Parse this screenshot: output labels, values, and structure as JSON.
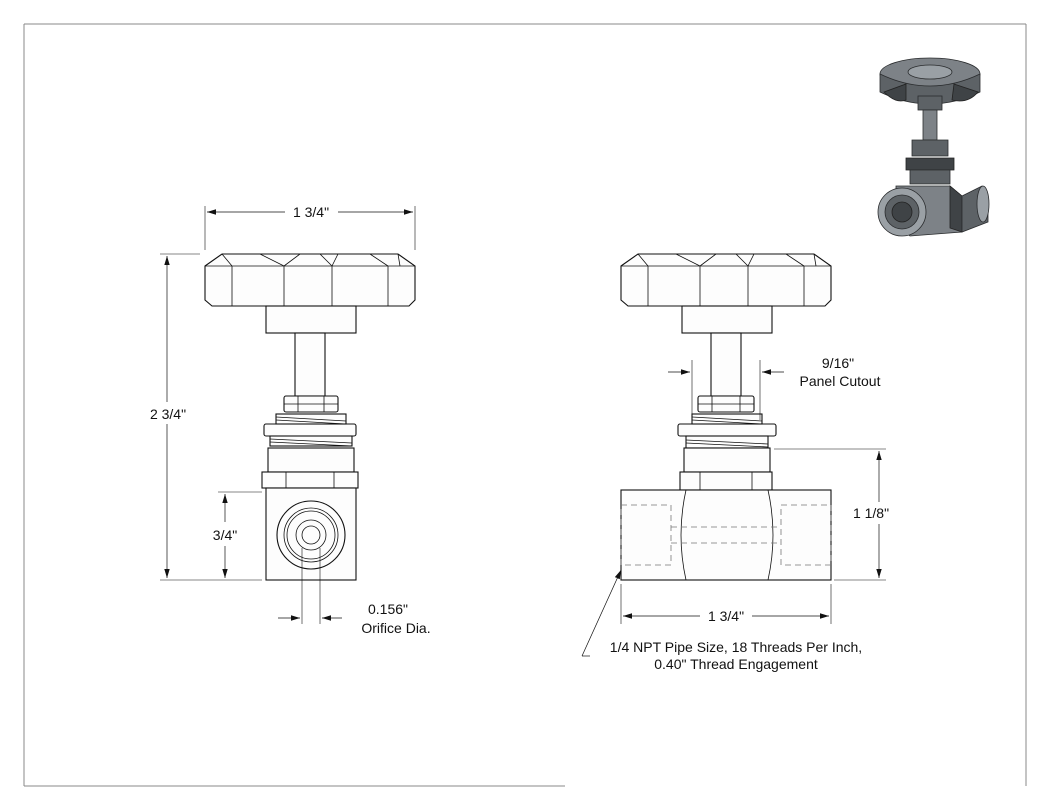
{
  "dimensions": {
    "handle_width": "1 3/4\"",
    "overall_height": "2 3/4\"",
    "port_center_height": "3/4\"",
    "orifice_value": "0.156\"",
    "orifice_label": "Orifice Dia.",
    "panel_cutout_value": "9/16\"",
    "panel_cutout_label": "Panel Cutout",
    "body_height": "1 1/8\"",
    "body_length": "1 3/4\""
  },
  "notes": {
    "pipe_line1": "1/4 NPT Pipe Size, 18 Threads Per Inch,",
    "pipe_line2": "0.40\" Thread Engagement"
  },
  "colors": {
    "line": "#111111",
    "render_dark": "#3f4346",
    "render_mid": "#5d6266",
    "render_light": "#9aa0a5"
  }
}
